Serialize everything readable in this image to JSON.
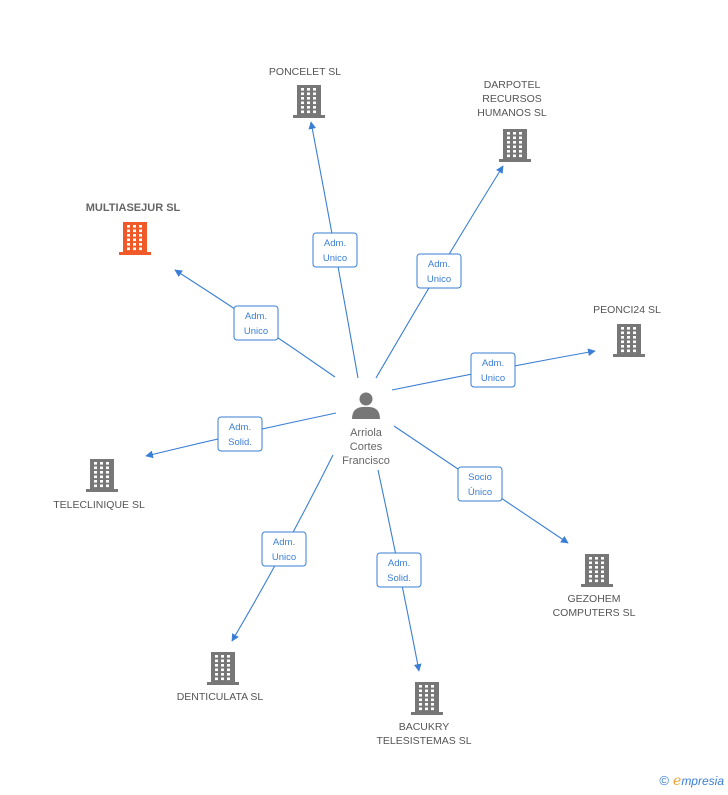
{
  "person": {
    "lines": [
      "Arriola",
      "Cortes",
      "Francisco"
    ]
  },
  "companies": [
    {
      "id": "poncelet",
      "lines": [
        "PONCELET SL"
      ],
      "highlight": false
    },
    {
      "id": "darpotel",
      "lines": [
        "DARPOTEL",
        "RECURSOS",
        "HUMANOS SL"
      ],
      "highlight": false
    },
    {
      "id": "multiasejur",
      "lines": [
        "MULTIASEJUR SL"
      ],
      "highlight": true
    },
    {
      "id": "peonci24",
      "lines": [
        "PEONCI24 SL"
      ],
      "highlight": false
    },
    {
      "id": "teleclinique",
      "lines": [
        "TELECLINIQUE SL"
      ],
      "highlight": false
    },
    {
      "id": "gezohem",
      "lines": [
        "GEZOHEM",
        "COMPUTERS  SL"
      ],
      "highlight": false
    },
    {
      "id": "denticulata",
      "lines": [
        "DENTICULATA SL"
      ],
      "highlight": false
    },
    {
      "id": "bacukry",
      "lines": [
        "BACUKRY",
        "TELESISTEMAS SL"
      ],
      "highlight": false
    }
  ],
  "edges": [
    {
      "to": "poncelet",
      "role": [
        "Adm.",
        "Unico"
      ]
    },
    {
      "to": "darpotel",
      "role": [
        "Adm.",
        "Unico"
      ]
    },
    {
      "to": "multiasejur",
      "role": [
        "Adm.",
        "Unico"
      ]
    },
    {
      "to": "peonci24",
      "role": [
        "Adm.",
        "Unico"
      ]
    },
    {
      "to": "teleclinique",
      "role": [
        "Adm.",
        "Solid."
      ]
    },
    {
      "to": "gezohem",
      "role": [
        "Socio",
        "Único"
      ]
    },
    {
      "to": "denticulata",
      "role": [
        "Adm.",
        "Unico"
      ]
    },
    {
      "to": "bacukry",
      "role": [
        "Adm.",
        "Solid."
      ]
    }
  ],
  "colors": {
    "edge": "#3a7fd5",
    "building": "#777777",
    "highlight": "#f05a28",
    "person": "#777777"
  },
  "footer": {
    "copyright": "©",
    "brand_initial": "e",
    "brand_rest": "mpresia"
  }
}
